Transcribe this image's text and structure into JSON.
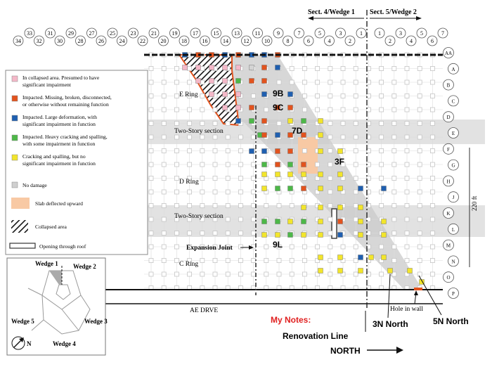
{
  "header": {
    "sect4": "Sect. 4/Wedge 1",
    "sect5": "Sect. 5/Wedge 2"
  },
  "top_columns_row1": [
    "33",
    "31",
    "29",
    "27",
    "25",
    "23",
    "21",
    "19",
    "17",
    "15",
    "13",
    "11",
    "9",
    "7",
    "5",
    "3",
    "1"
  ],
  "top_columns_row2": [
    "34",
    "32",
    "30",
    "28",
    "26",
    "24",
    "22",
    "20",
    "18",
    "16",
    "14",
    "12",
    "10",
    "8",
    "6",
    "4",
    "2"
  ],
  "right_columns_row1": [
    "1",
    "3",
    "5",
    "7"
  ],
  "right_columns_row2": [
    "2",
    "4",
    "6"
  ],
  "right_rows": [
    "AA",
    "A",
    "B",
    "C",
    "D",
    "E",
    "F",
    "G",
    "H",
    "J",
    "K",
    "L",
    "M",
    "N",
    "O",
    "P"
  ],
  "dimension": "220 ft",
  "legend": [
    {
      "key": "collapsed-impaired",
      "color": "#f4b8c8",
      "text": "In collapsed area. Presumed to have significant impairment"
    },
    {
      "key": "impacted-missing",
      "color": "#e2531e",
      "text": "Impacted. Missing, broken, disconnected, or otherwise without remaining function"
    },
    {
      "key": "impacted-deformed",
      "color": "#1f5fb0",
      "text": "Impacted. Large deformation, with significant impairment in function"
    },
    {
      "key": "impacted-cracking",
      "color": "#4db848",
      "text": "Impacted. Heavy cracking and spalling, with some impairment in function"
    },
    {
      "key": "cracking-minor",
      "color": "#f2e52b",
      "text": "Cracking and spalling, but no significant impairment in function"
    },
    {
      "key": "no-damage",
      "color": "#cfcfcf",
      "text": "No damage"
    },
    {
      "key": "slab",
      "color": "#f8c9a4",
      "text": "Slab deflected upward"
    },
    {
      "key": "collapsed",
      "color": "hatch",
      "text": "Collapsed area"
    },
    {
      "key": "opening",
      "color": "opening",
      "text": "Opening through roof"
    }
  ],
  "ring_labels": {
    "e_ring": "E Ring",
    "two_story_1": "Two-Story section",
    "d_ring": "D Ring",
    "two_story_2": "Two-Story section",
    "expansion_joint": "Expansion Joint",
    "c_ring": "C Ring",
    "drive": "AE DRVE",
    "hole": "Hole in wall"
  },
  "column_labels": {
    "c9b": "9B",
    "c9c": "9C",
    "c7d": "7D",
    "c3f": "3F",
    "c9l": "9L"
  },
  "notes": {
    "title": "My Notes:",
    "renovation": "Renovation Line",
    "north": "NORTH",
    "n3": "3N North",
    "n5": "5N North"
  },
  "inset": {
    "wedge1": "Wedge 1",
    "wedge2": "Wedge 2",
    "wedge3": "Wedge 3",
    "wedge4": "Wedge 4",
    "wedge5": "Wedge 5",
    "compass": "N"
  },
  "colors": {
    "missing": "#e2531e",
    "deformed": "#1f5fb0",
    "cracking": "#4db848",
    "minor": "#f2e52b",
    "none": "#d4d4d4",
    "collapsed": "#f4b8c8",
    "slab": "#f8c9a4",
    "notes_red": "#e01f1f"
  }
}
